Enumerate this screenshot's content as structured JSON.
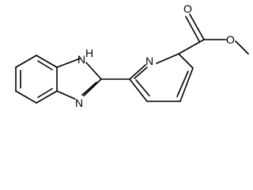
{
  "molecule": {
    "atoms": {
      "imidazole_nh": "N",
      "imidazole_h": "H",
      "imidazole_n": "N",
      "pyridine_n": "N",
      "carbonyl_o": "O",
      "ester_o": "O"
    }
  }
}
